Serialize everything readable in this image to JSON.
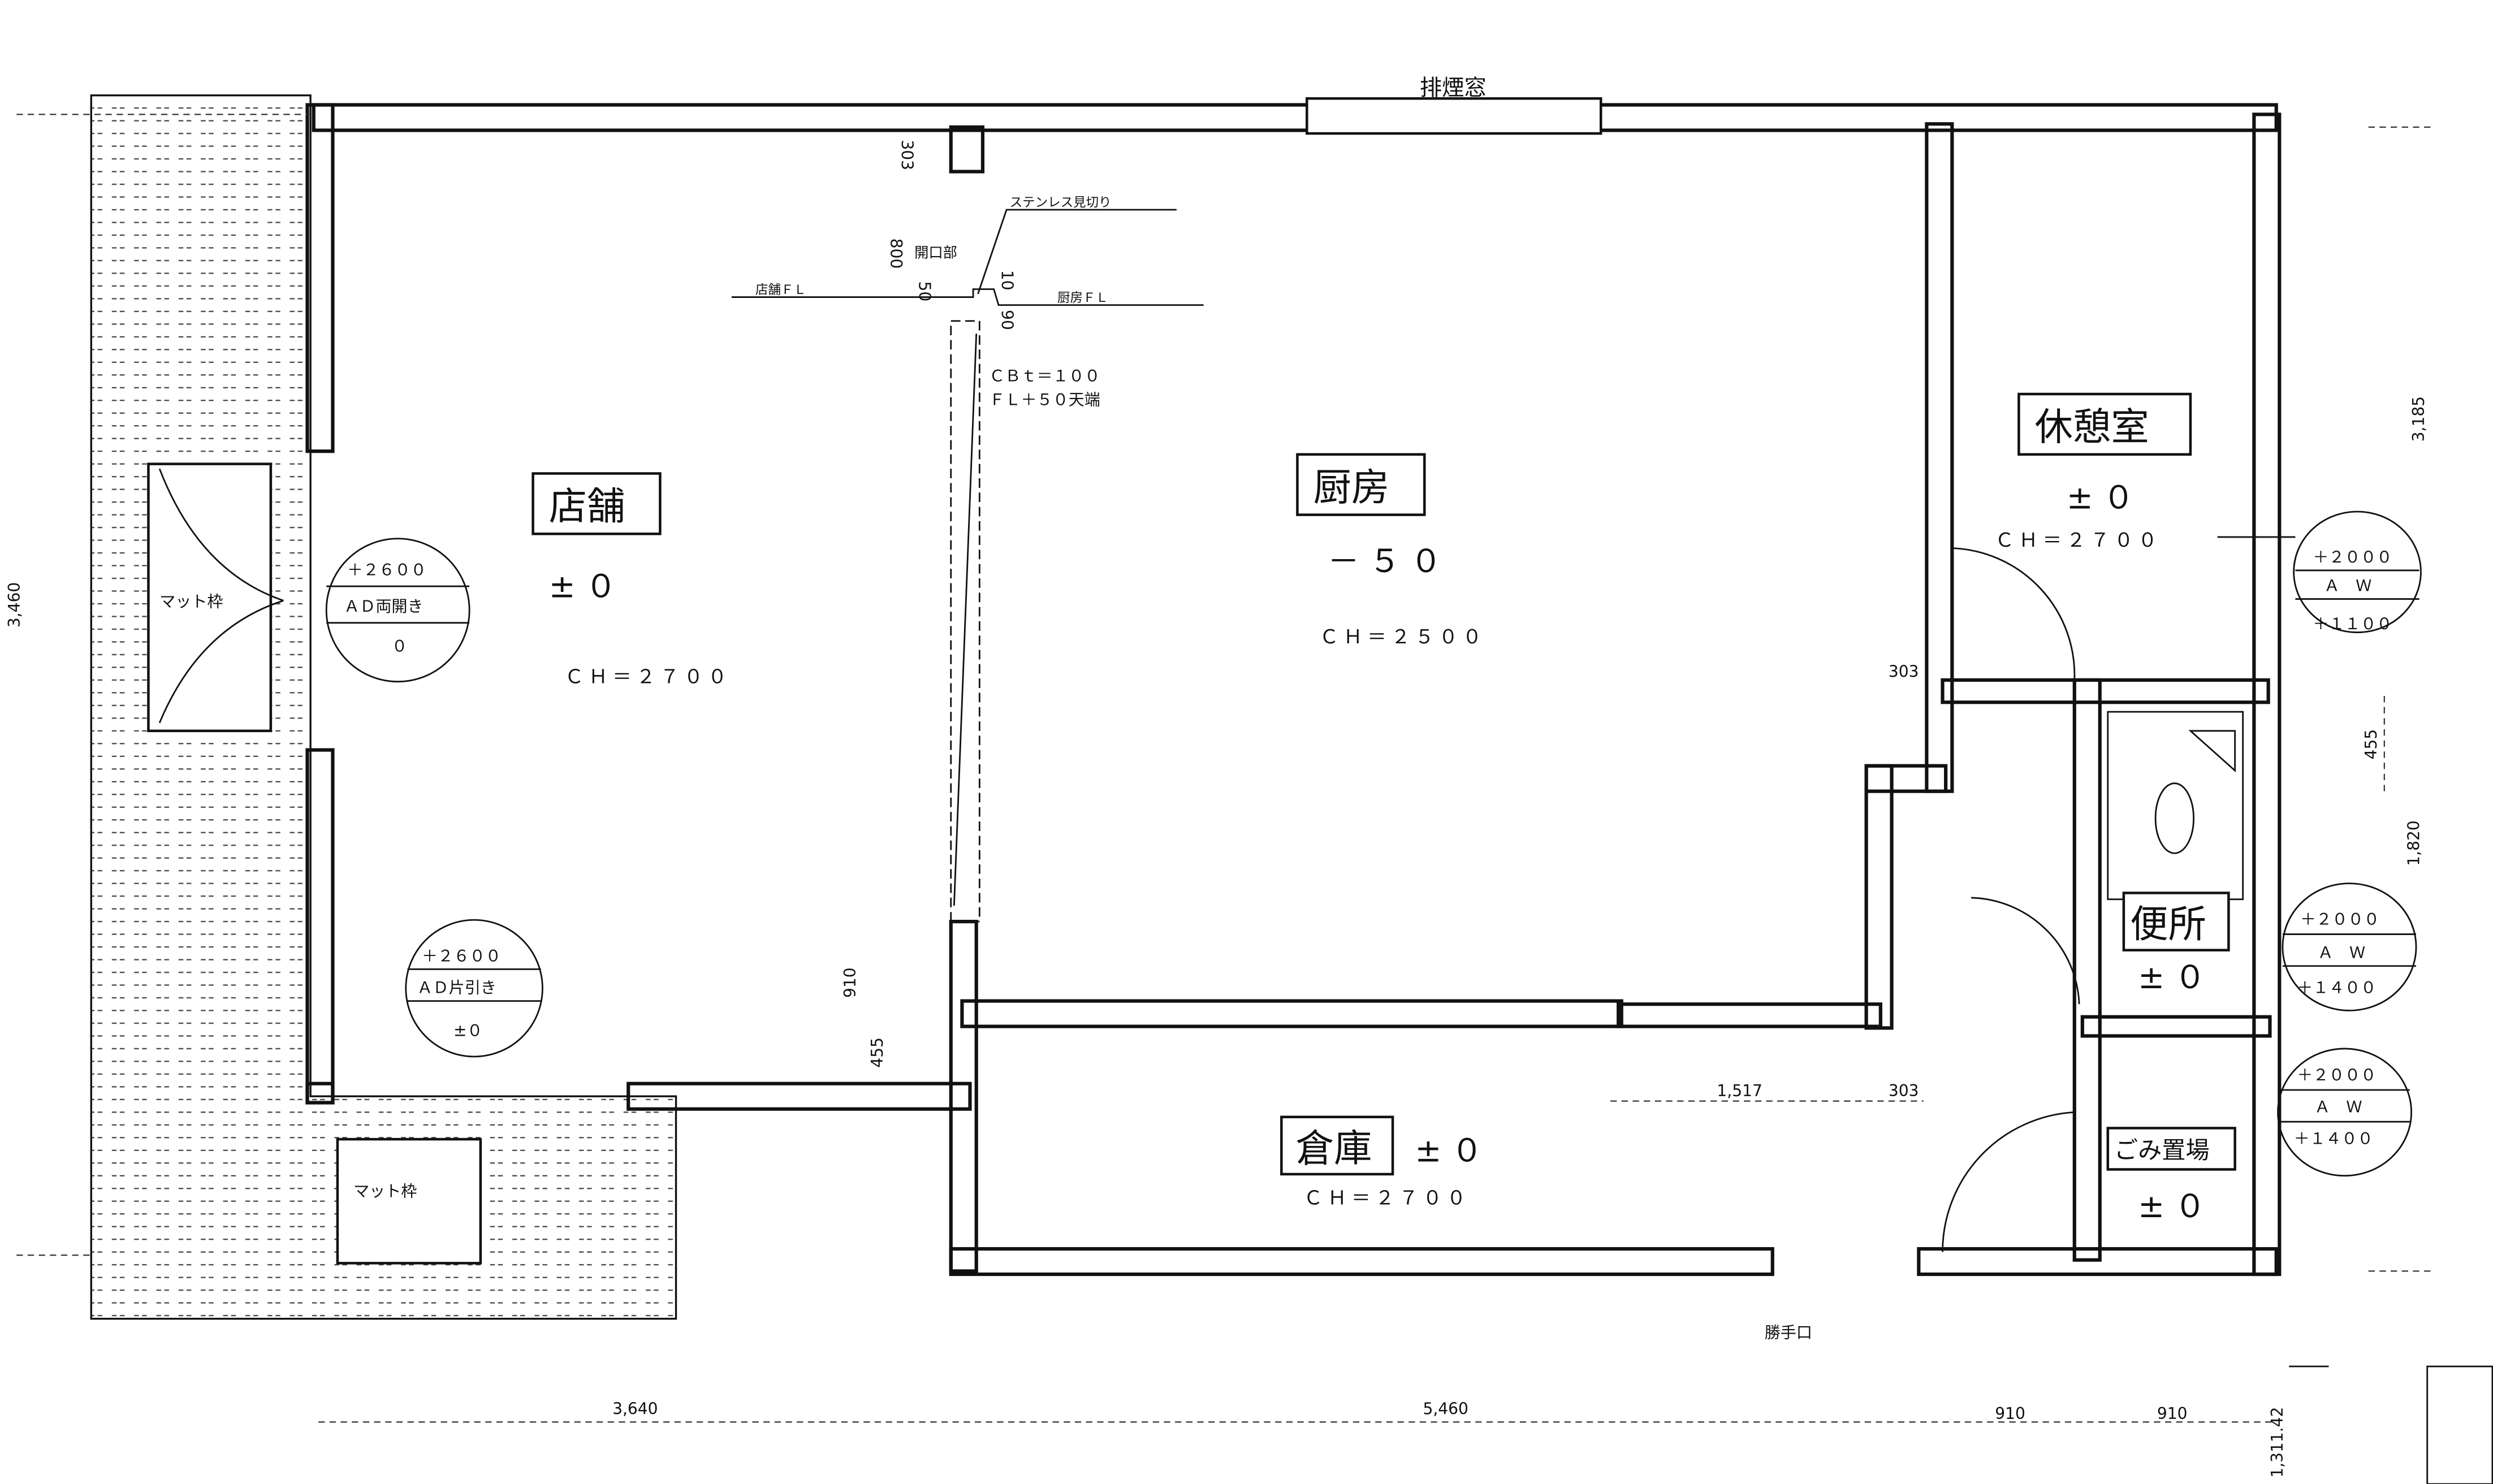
{
  "rooms": {
    "store": {
      "name": "店舗",
      "level": "±０",
      "ch": "ＣＨ＝２７００"
    },
    "kitchen": {
      "name": "厨房",
      "level": "－５０",
      "ch": "ＣＨ＝２５００"
    },
    "break": {
      "name": "休憩室",
      "level": "±０",
      "ch": "ＣＨ＝２７００"
    },
    "toilet": {
      "name": "便所",
      "level": "±０"
    },
    "storage": {
      "name": "倉庫",
      "level": "±０",
      "ch": "ＣＨ＝２７００"
    },
    "garbage": {
      "name": "ごみ置場",
      "level": "±０"
    }
  },
  "labels": {
    "smoke_window": "排煙窓",
    "back_door": "勝手口",
    "mat_frame": "マット枠",
    "stainless": "ステンレス見切り",
    "opening": "開口部",
    "store_fl": "店舗ＦＬ",
    "kitchen_fl": "厨房ＦＬ",
    "cb1": "ＣＢｔ＝１００",
    "cb2": "ＦＬ＋５０天端"
  },
  "callouts": [
    {
      "top": "＋２６００",
      "mid": "ＡＤ両開き",
      "bot": "０"
    },
    {
      "top": "＋２６００",
      "mid": "ＡＤ片引き",
      "bot": "±０"
    },
    {
      "top": "＋２０００",
      "mid": "Ａ　Ｗ",
      "bot": "＋１１００"
    },
    {
      "top": "＋２０００",
      "mid": "Ａ　Ｗ",
      "bot": "＋１４００"
    },
    {
      "top": "＋２０００",
      "mid": "Ａ　Ｗ",
      "bot": "＋１４００"
    }
  ],
  "dims": {
    "d800": "800",
    "d50": "50",
    "d10": "10",
    "d90": "90",
    "d303a": "303",
    "d303b": "303",
    "d303c": "303",
    "d910": "910",
    "d455a": "455",
    "d455b": "455",
    "d1517": "1,517",
    "d3185": "3,185",
    "d1820": "1,820",
    "d3460": "3,460",
    "b3640": "3,640",
    "b5460": "5,460",
    "b910a": "910",
    "b910b": "910",
    "b1311": "1,311.42"
  }
}
